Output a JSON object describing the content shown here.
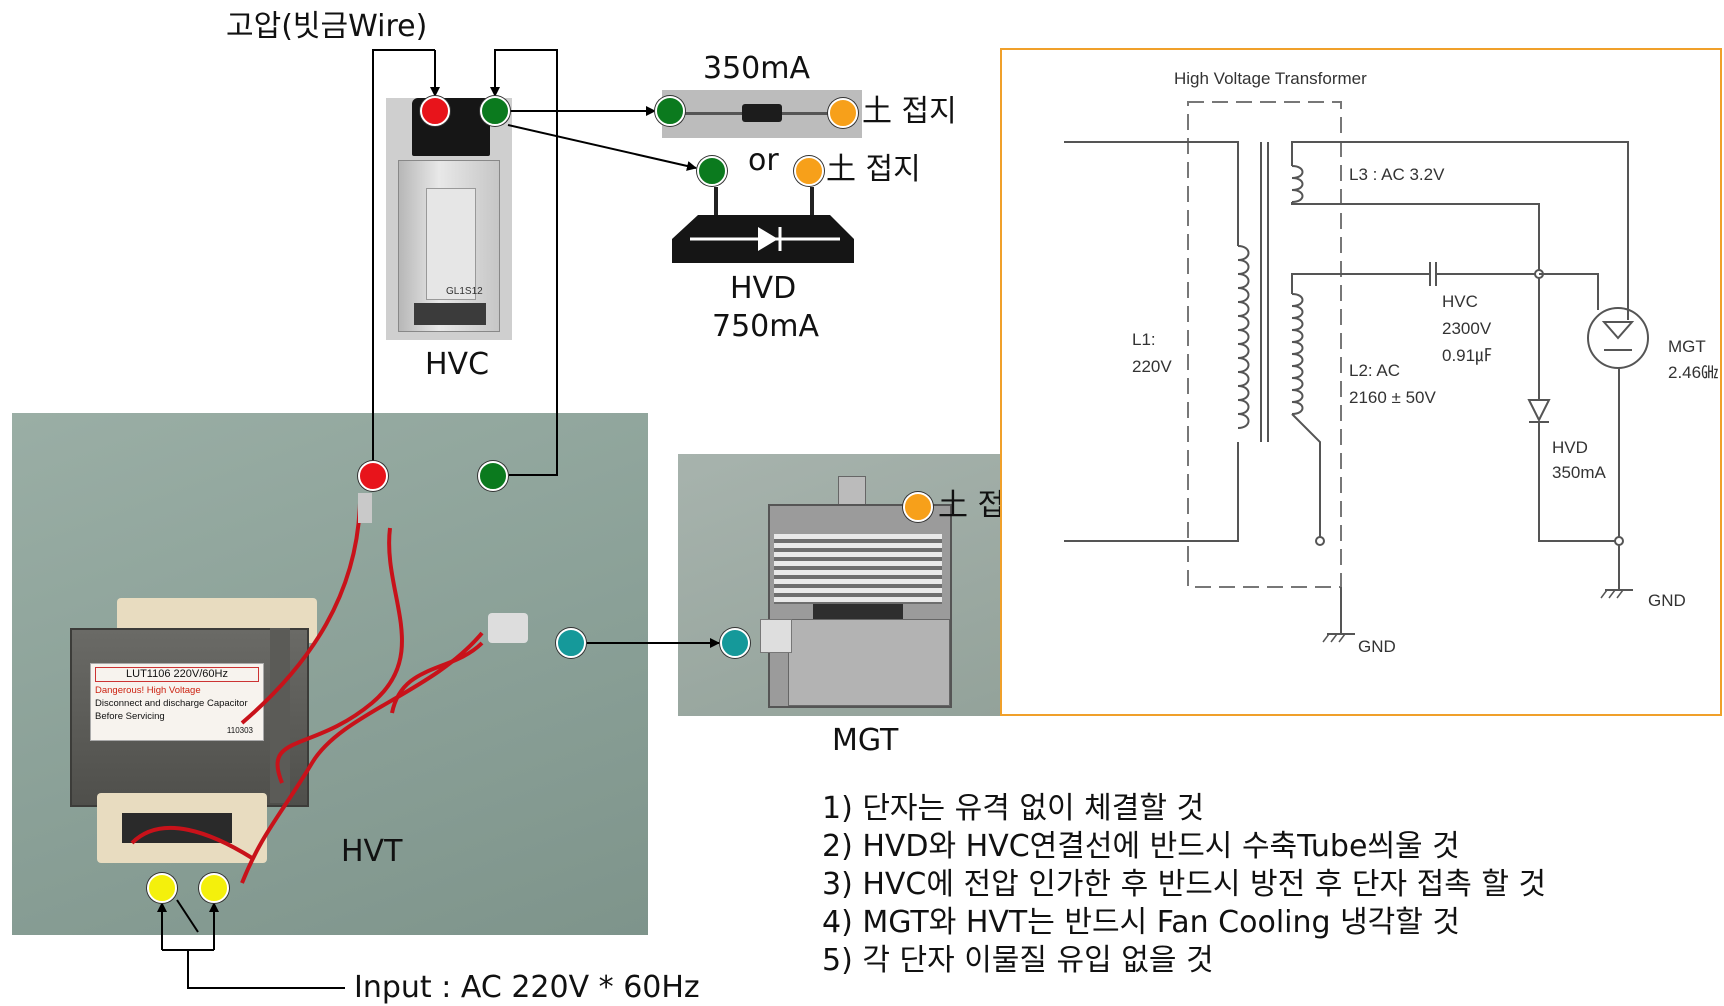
{
  "labels": {
    "high_voltage_wire": "고압(빗금Wire)",
    "current_350": "350mA",
    "ground_1": "土 접지",
    "or": "or",
    "ground_2": "土 접지",
    "hvd": "HVD",
    "current_750": "750mA",
    "hvc": "HVC",
    "ground_mgt": "土 접지",
    "mgt": "MGT",
    "hvt": "HVT",
    "input": "Input : AC 220V * 60Hz"
  },
  "hvt_nameplate": {
    "model": "LUT1106  220V/60Hz",
    "warning": "Dangerous!  High Voltage",
    "line1": "Disconnect and discharge Capacitor",
    "line2": "Before Servicing",
    "code": "110303"
  },
  "hvc_marking": "GL1S12",
  "schematic": {
    "title": "High Voltage Transformer",
    "l1_name": "L1:",
    "l1_value": "220V",
    "l3": "L3 :  AC 3.2V",
    "l2_name": "L2: AC",
    "l2_value": "2160 ± 50V",
    "hvc_name": "HVC",
    "hvc_voltage": "2300V",
    "hvc_cap": "0.91㎌",
    "mgt_name": "MGT",
    "mgt_freq": "2.46㎓",
    "hvd_name": "HVD",
    "hvd_current": "350mA",
    "gnd_left": "GND",
    "gnd_right": "GND"
  },
  "notes": [
    "1) 단자는 유격 없이 체결할 것",
    "2) HVD와 HVC연결선에 반드시 수축Tube씌울 것",
    "3) HVC에 전압 인가한 후 반드시 방전 후 단자 접촉 할 것",
    "4) MGT와 HVT는 반드시 Fan Cooling 냉각할 것",
    "5) 각 단자 이물질 유입 없을 것"
  ],
  "colors": {
    "red_terminal": "#e8141b",
    "green_terminal": "#0b7a1e",
    "orange_ground": "#f7a01a",
    "teal_terminal": "#15999a",
    "yellow_input": "#f4f00c",
    "schematic_border": "#f0a02a",
    "photo_bg": "#8fa49b"
  },
  "icons": [
    "arrow-icon",
    "diode-icon",
    "capacitor-icon",
    "inductor-coil-icon",
    "magnetron-tube-icon",
    "ground-symbol-icon"
  ]
}
